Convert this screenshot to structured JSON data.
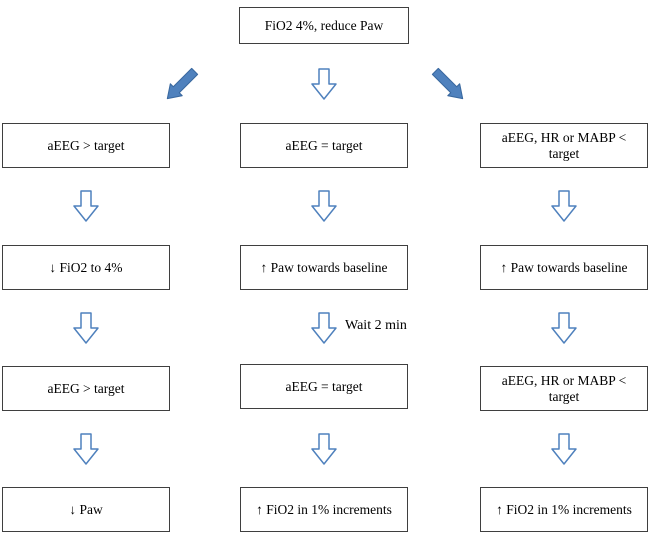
{
  "start_box": "FiO2 4%, reduce Paw",
  "annotation": "Wait 2 min",
  "columns": [
    {
      "boxes": [
        "aEEG > target",
        "↓ FiO2 to 4%",
        "aEEG > target",
        "↓ Paw"
      ]
    },
    {
      "boxes": [
        "aEEG = target",
        "↑ Paw towards baseline",
        "aEEG = target",
        "↑ FiO2 in 1% increments"
      ]
    },
    {
      "boxes": [
        "aEEG, HR or MABP < target",
        "↑ Paw towards baseline",
        "aEEG, HR or MABP < target",
        "↑ FiO2 in 1% increments"
      ]
    }
  ],
  "icons": {
    "down_block_arrow": "outlined block arrow pointing down",
    "diagonal_arrow_left": "solid arrow pointing down-left",
    "diagonal_arrow_right": "solid arrow pointing down-right"
  },
  "colors": {
    "arrow_blue": "#4f81bd",
    "arrow_outline": "#39689f",
    "box_border": "#3f3f3f",
    "background": "#ffffff",
    "text": "#000000"
  }
}
